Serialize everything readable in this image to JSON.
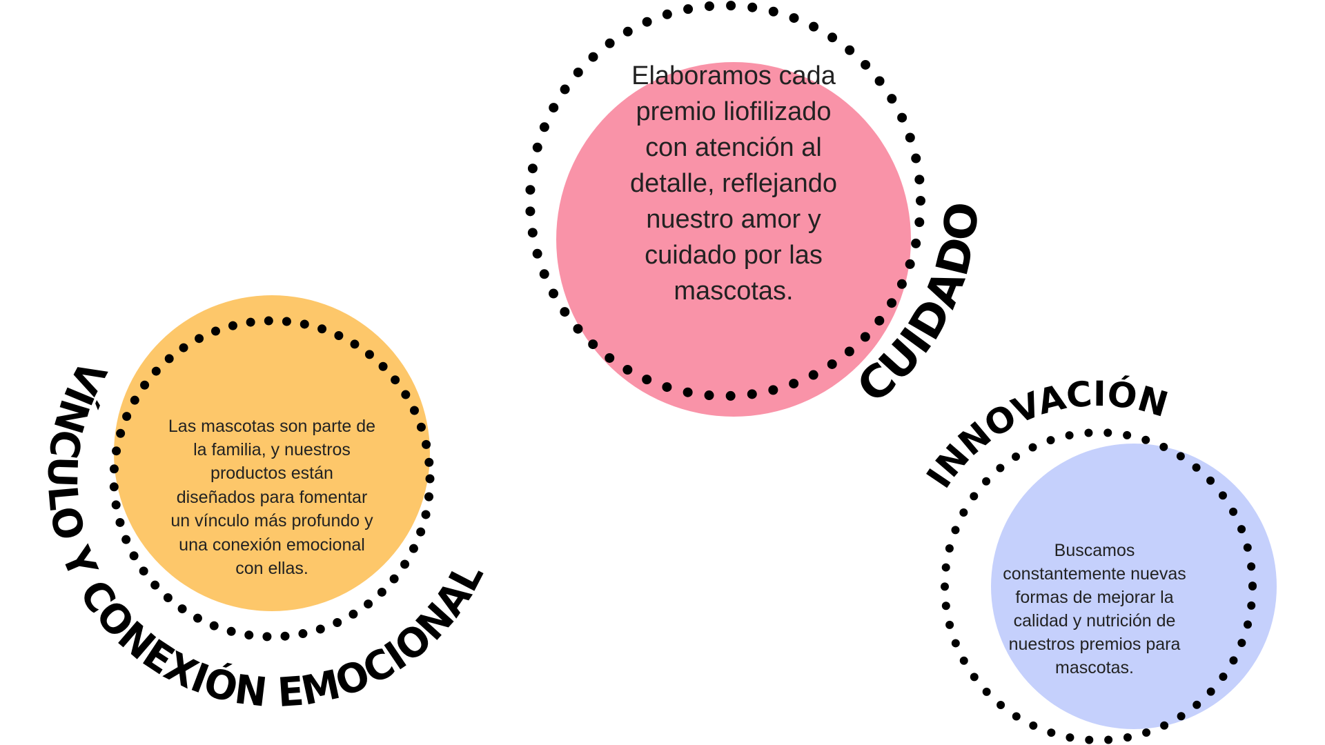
{
  "colors": {
    "pink": "#F993A8",
    "orange": "#FDC76A",
    "blue": "#C5D0FC",
    "text": "#222222"
  },
  "cuidado": {
    "title": "CUIDADO",
    "lines": [
      "Elaboramos cada",
      "premio liofilizado",
      "con atención al",
      "detalle, reflejando",
      "nuestro amor y",
      "cuidado por las",
      "mascotas."
    ]
  },
  "vinculo": {
    "title": "VÍNCULO Y CONEXIÓN EMOCIONAL",
    "lines": [
      "Las mascotas son parte de",
      "la familia, y nuestros",
      "productos están",
      "diseñados para fomentar",
      "un vínculo más profundo y",
      "una conexión emocional",
      "con ellas."
    ]
  },
  "innovacion": {
    "title": "INNOVACIÓN",
    "lines": [
      "Buscamos",
      "constantemente nuevas",
      "formas de mejorar la",
      "calidad y nutrición de",
      "nuestros premios para",
      "mascotas."
    ]
  }
}
